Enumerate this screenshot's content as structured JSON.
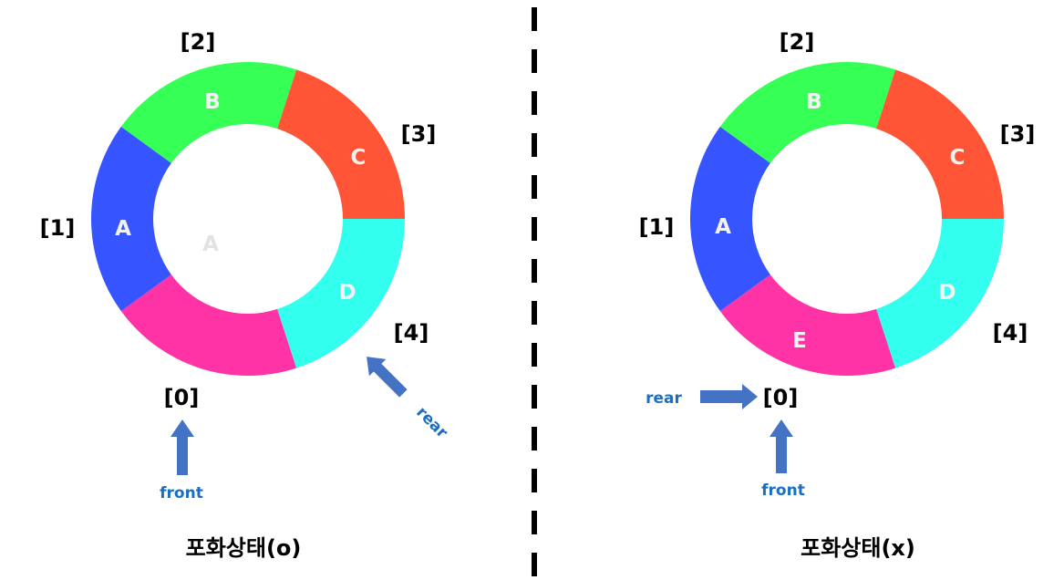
{
  "colors": {
    "segment_0": "#ff33a6",
    "segment_1": "#3654ff",
    "segment_2": "#36ff56",
    "segment_3": "#ff5536",
    "segment_4": "#33ffee",
    "arrow": "#4472c4",
    "pointer_text": "#1a6fc4",
    "divider": "#000000"
  },
  "left": {
    "indices": [
      "[0]",
      "[1]",
      "[2]",
      "[3]",
      "[4]"
    ],
    "segments": [
      "",
      "A",
      "B",
      "C",
      "D"
    ],
    "ghost": "A",
    "front": "front",
    "rear": "rear",
    "caption": "포화상태(o)"
  },
  "right": {
    "indices": [
      "[0]",
      "[1]",
      "[2]",
      "[3]",
      "[4]"
    ],
    "segments": [
      "E",
      "A",
      "B",
      "C",
      "D"
    ],
    "front": "front",
    "rear": "rear",
    "caption": "포화상태(x)"
  }
}
